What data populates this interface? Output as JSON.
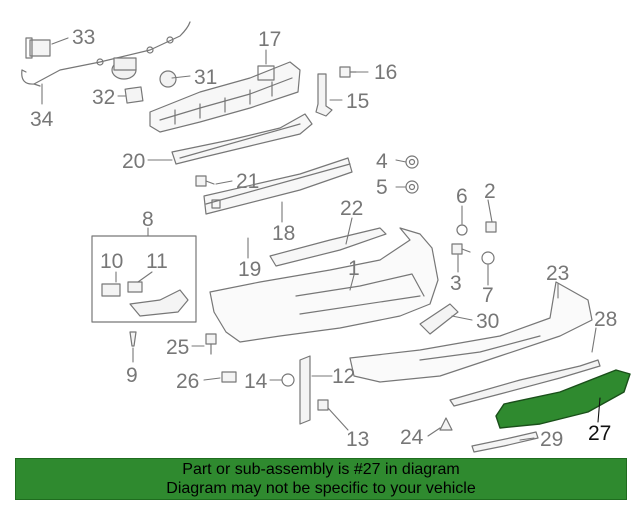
{
  "diagram": {
    "callouts": [
      "1",
      "2",
      "3",
      "4",
      "5",
      "6",
      "7",
      "8",
      "9",
      "10",
      "11",
      "12",
      "13",
      "14",
      "15",
      "16",
      "17",
      "18",
      "19",
      "20",
      "21",
      "22",
      "23",
      "24",
      "25",
      "26",
      "27",
      "28",
      "29",
      "30",
      "31",
      "32",
      "33",
      "34"
    ],
    "highlight_callout": "27",
    "highlight_color": "#2f8a2f",
    "line_color": "#777777"
  },
  "banner": {
    "line1": "Part or sub-assembly is #27 in diagram",
    "line2": "Diagram may not be specific to your vehicle",
    "background": "#2f8a2f"
  }
}
